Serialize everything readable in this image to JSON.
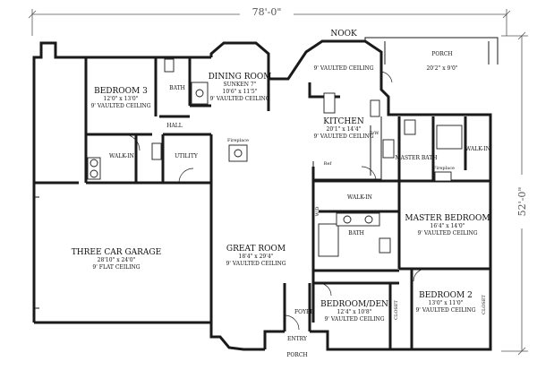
{
  "dimensions": {
    "overall_width": "78'-0\"",
    "overall_depth": "52'-0\""
  },
  "rooms": {
    "nook": {
      "name": "NOOK",
      "line1": "9' VAULTED CEILING"
    },
    "porch_rear": {
      "name": "PORCH",
      "line1": "20'2\" x 9'0\""
    },
    "dining": {
      "name": "DINING ROOM",
      "line1": "SUNKEN 7\"",
      "line2": "10'6\" x 11'5\"",
      "line3": "9' VAULTED CEILING"
    },
    "bedroom3": {
      "name": "BEDROOM 3",
      "line1": "12'0\" x 13'0\"",
      "line2": "9' VAULTED CEILING"
    },
    "bath_top": {
      "name": "BATH"
    },
    "hall": {
      "name": "HALL"
    },
    "kitchen": {
      "name": "KITCHEN",
      "line1": "20'1\" x 14'4\"",
      "line2": "9' VAULTED CEILING"
    },
    "walkin_left": {
      "name": "WALK-IN"
    },
    "utility": {
      "name": "UTILITY"
    },
    "fireplace_great": {
      "name": "Fireplace"
    },
    "master_bath": {
      "name": "MASTER BATH"
    },
    "walkin_master": {
      "name": "WALK-IN"
    },
    "fireplace_master": {
      "name": "Fireplace"
    },
    "walkin_mid": {
      "name": "WALK-IN"
    },
    "master_bed": {
      "name": "MASTER BEDROOM",
      "line1": "16'4\" x 14'0\"",
      "line2": "9' VAULTED CEILING"
    },
    "bath_mid": {
      "name": "BATH"
    },
    "garage": {
      "name": "THREE CAR GARAGE",
      "line1": "28'10\" x 24'0\"",
      "line2": "9' FLAT CEILING"
    },
    "great": {
      "name": "GREAT ROOM",
      "line1": "18'4\" x 29'4\"",
      "line2": "9' VAULTED CEILING"
    },
    "bedroom_den": {
      "name": "BEDROOM/DEN",
      "line1": "12'4\" x 10'8\"",
      "line2": "9' VAULTED CEILING"
    },
    "bedroom2": {
      "name": "BEDROOM 2",
      "line1": "13'0\" x 11'0\"",
      "line2": "9' VAULTED CEILING"
    },
    "foyer": {
      "name": "FOYER"
    },
    "entry_porch": {
      "name": "ENTRY",
      "line2": "PORCH"
    }
  },
  "fixture_labels": {
    "dw": "D/W",
    "ref": "Ref",
    "wd": "W/D",
    "closet_den": "CLOSET",
    "closet_bed2": "CLOSET"
  },
  "colors": {
    "ink": "#1a1a1a",
    "dimension": "#555555",
    "background": "#ffffff"
  }
}
